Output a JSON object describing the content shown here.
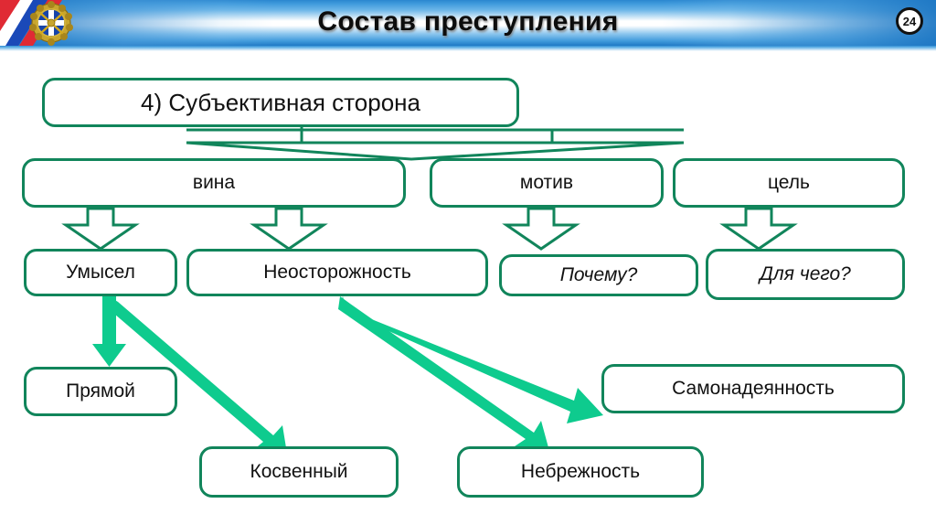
{
  "header": {
    "title": "Состав преступления",
    "page_number": "24",
    "emblem_name": "russian-state-emblem",
    "accent_blue": "#2a86d0",
    "title_color": "#0d0d0d"
  },
  "diagram": {
    "box_border_color": "#11855b",
    "arrow_fill_color": "#0ecb8e",
    "hollow_arrow_color": "#11855b",
    "nodes": [
      {
        "id": "subjective-side",
        "label": "4) Субъективная сторона"
      },
      {
        "id": "guilt",
        "label": "вина"
      },
      {
        "id": "motive",
        "label": "мотив"
      },
      {
        "id": "goal",
        "label": "цель"
      },
      {
        "id": "intent",
        "label": "Умысел"
      },
      {
        "id": "negligence-group",
        "label": "Неосторожность"
      },
      {
        "id": "why",
        "label": "Почему?"
      },
      {
        "id": "what-for",
        "label": "Для чего?"
      },
      {
        "id": "direct",
        "label": "Прямой"
      },
      {
        "id": "indirect",
        "label": "Косвенный"
      },
      {
        "id": "self-confidence",
        "label": "Самонадеянность"
      },
      {
        "id": "carelessness",
        "label": "Небрежность"
      }
    ],
    "edges": [
      {
        "from": "subjective-side",
        "to": "guilt",
        "style": "line"
      },
      {
        "from": "subjective-side",
        "to": "motive",
        "style": "line"
      },
      {
        "from": "subjective-side",
        "to": "goal",
        "style": "line"
      },
      {
        "from": "guilt",
        "to": "intent",
        "style": "hollow-arrow"
      },
      {
        "from": "guilt",
        "to": "negligence-group",
        "style": "hollow-arrow"
      },
      {
        "from": "motive",
        "to": "why",
        "style": "hollow-arrow"
      },
      {
        "from": "goal",
        "to": "what-for",
        "style": "hollow-arrow"
      },
      {
        "from": "intent",
        "to": "direct",
        "style": "solid-arrow"
      },
      {
        "from": "intent",
        "to": "indirect",
        "style": "solid-arrow"
      },
      {
        "from": "negligence-group",
        "to": "self-confidence",
        "style": "solid-arrow"
      },
      {
        "from": "negligence-group",
        "to": "carelessness",
        "style": "solid-arrow"
      }
    ]
  }
}
